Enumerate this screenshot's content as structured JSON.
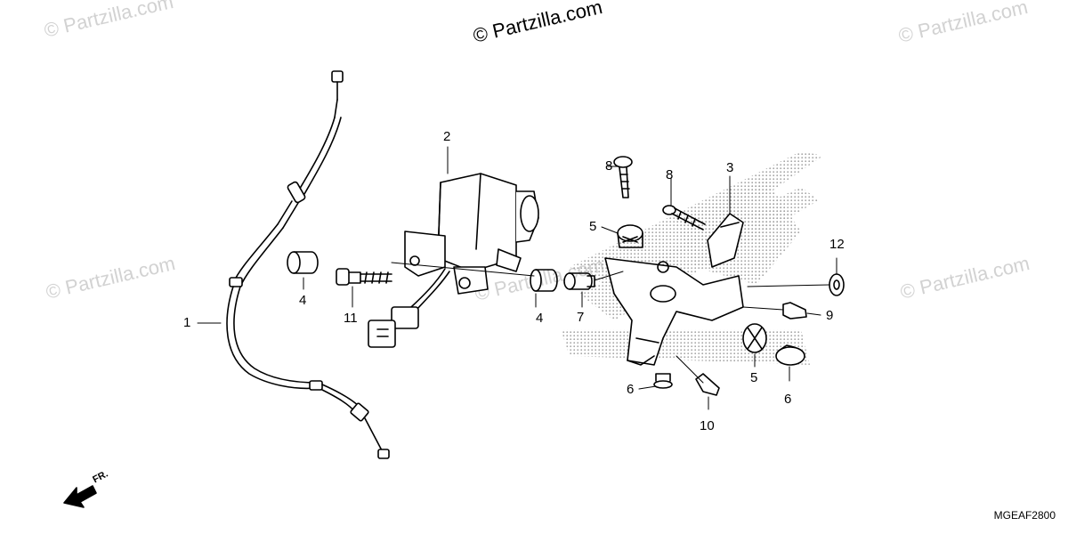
{
  "watermarks": {
    "main": "© Partzilla.com",
    "faint": "© Partzilla.com"
  },
  "callouts": {
    "n1": "1",
    "n2": "2",
    "n3": "3",
    "n4a": "4",
    "n4b": "4",
    "n5a": "5",
    "n5b": "5",
    "n6a": "6",
    "n6b": "6",
    "n7": "7",
    "n8a": "8",
    "n8b": "8",
    "n9": "9",
    "n10": "10",
    "n11": "11",
    "n12": "12"
  },
  "direction_label": "FR.",
  "diagram_code": "MGEAF2800",
  "colors": {
    "line": "#000000",
    "watermark": "#d2d2d2",
    "halftone": "#9a9a9a"
  }
}
